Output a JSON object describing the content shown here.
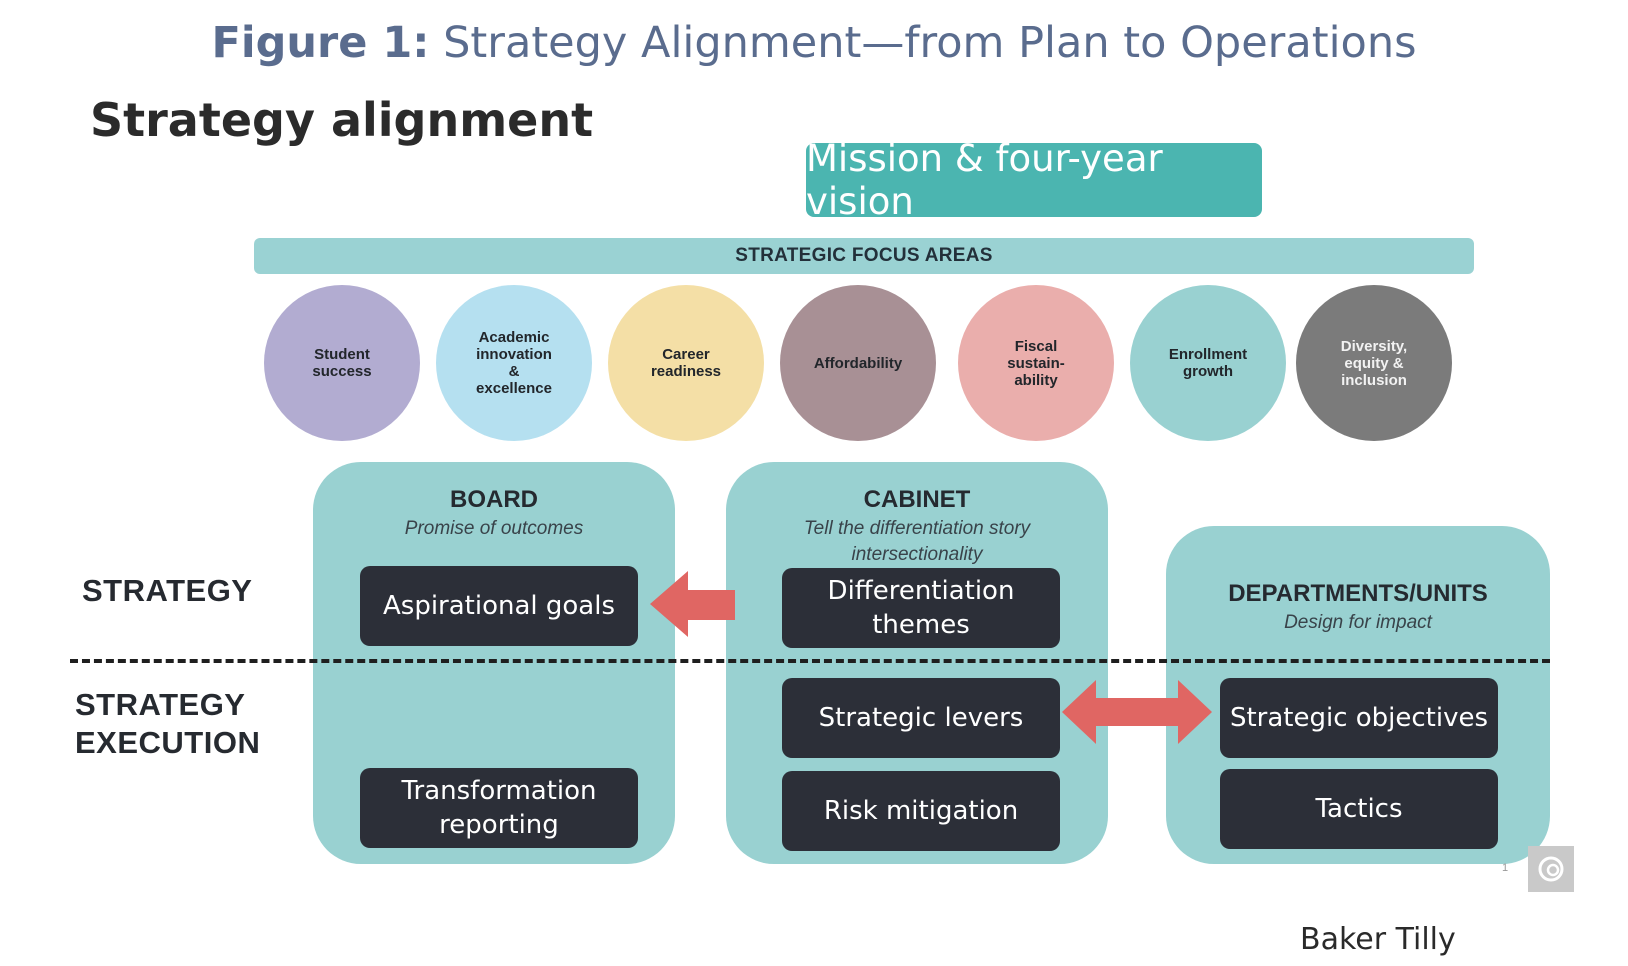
{
  "figure": {
    "label": "Figure 1:",
    "title": "Strategy Alignment—from Plan to Operations"
  },
  "slide_title": "Strategy alignment",
  "mission": "Mission & four-year vision",
  "focus_band": "STRATEGIC FOCUS AREAS",
  "focus_areas": [
    {
      "label": "Student\nsuccess",
      "color": "#b2acd1"
    },
    {
      "label": "Academic\ninnovation\n&\nexcellence",
      "color": "#b5e0f0"
    },
    {
      "label": "Career\nreadiness",
      "color": "#f4dfa6"
    },
    {
      "label": "Affordability",
      "color": "#a89095"
    },
    {
      "label": "Fiscal\nsustain-\nability",
      "color": "#eaaeac"
    },
    {
      "label": "Enrollment\ngrowth",
      "color": "#99d1d1"
    },
    {
      "label": "Diversity,\nequity &\ninclusion",
      "color": "#7b7b7b"
    }
  ],
  "row_labels": {
    "strategy": "STRATEGY",
    "execution": "STRATEGY\nEXECUTION"
  },
  "board": {
    "title": "BOARD",
    "subtitle": "Promise of outcomes",
    "aspirational": "Aspirational goals",
    "reporting": "Transformation\nreporting"
  },
  "cabinet": {
    "title": "CABINET",
    "subtitle": "Tell the differentiation story\nintersectionality",
    "themes": "Differentiation\nthemes",
    "levers": "Strategic levers",
    "risk": "Risk mitigation"
  },
  "departments": {
    "title": "DEPARTMENTS/UNITS",
    "subtitle": "Design for impact",
    "objectives": "Strategic objectives",
    "tactics": "Tactics"
  },
  "colors": {
    "arrow": "#e06663",
    "panel": "#99d1d1",
    "box": "#2c2f38",
    "mission": "#4bb5b0"
  },
  "icons": {
    "logo": "baker-tilly-logo-icon"
  },
  "page_number": "1",
  "credit": "Baker Tilly"
}
